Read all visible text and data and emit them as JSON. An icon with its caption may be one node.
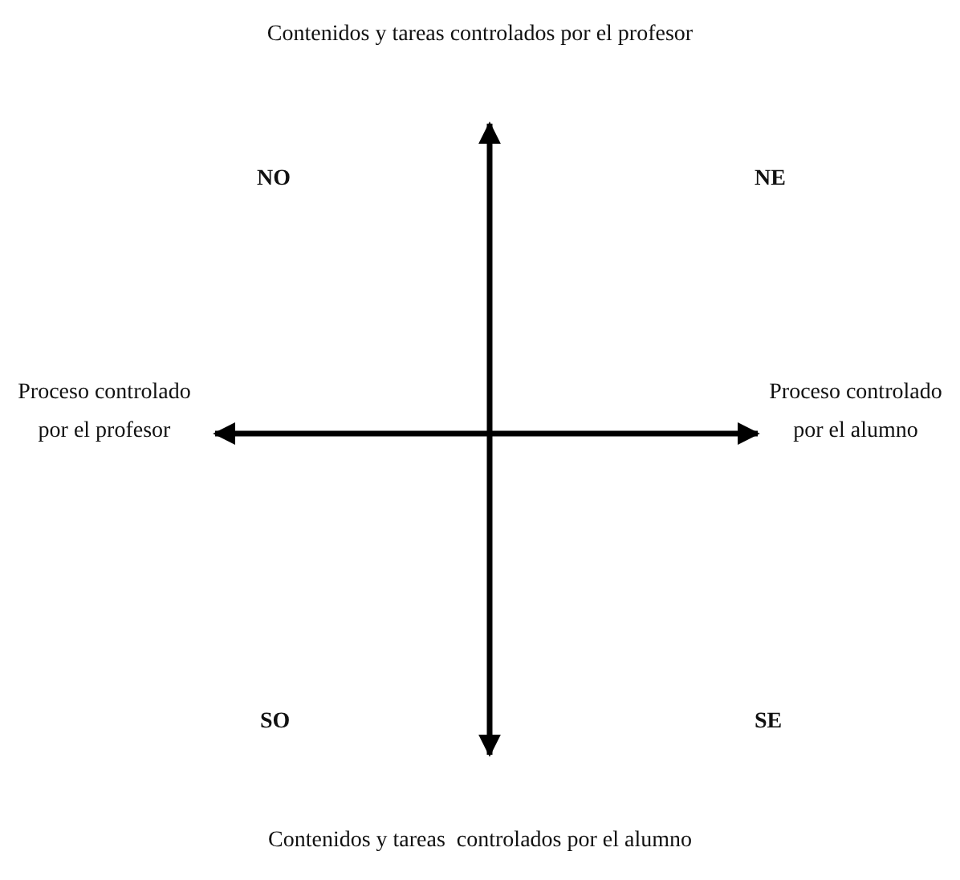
{
  "diagram": {
    "labels": [
      "Contenidos y tareas controlados por el profesor",
      "NO",
      "NE",
      "Proceso controlado por el profesor",
      "Proceso controlado por el alumno",
      "SO",
      "SE",
      "Contenidos y tareas  controlados por el alumno"
    ]
  }
}
